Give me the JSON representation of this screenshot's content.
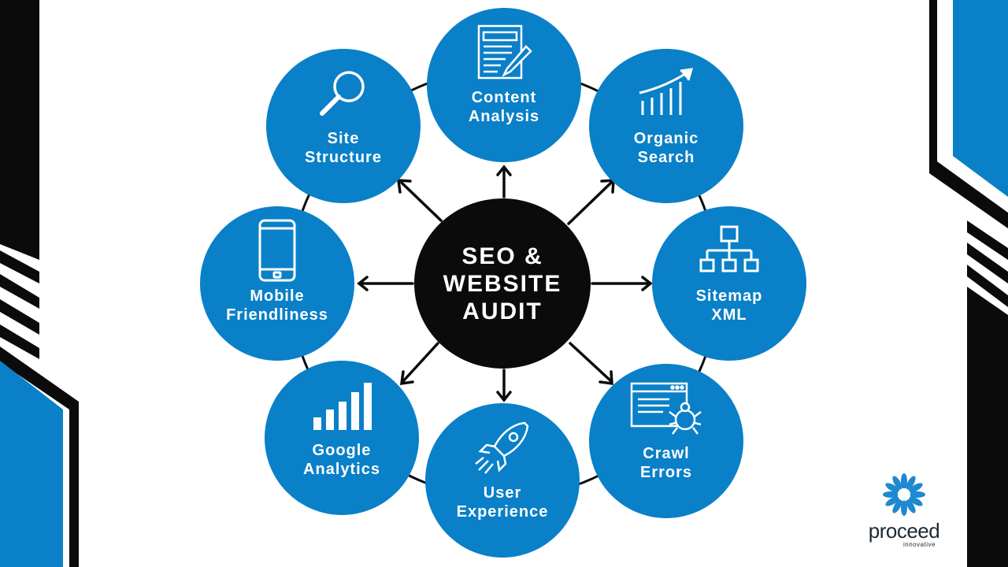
{
  "hub": {
    "lines": [
      "SEO &",
      "WEBSITE",
      "AUDIT"
    ]
  },
  "nodes": [
    {
      "lines": [
        "Content",
        "Analysis"
      ],
      "icon": "document-edit-icon"
    },
    {
      "lines": [
        "Organic",
        "Search"
      ],
      "icon": "growth-chart-icon"
    },
    {
      "lines": [
        "Sitemap",
        "XML"
      ],
      "icon": "sitemap-icon"
    },
    {
      "lines": [
        "Crawl",
        "Errors"
      ],
      "icon": "browser-bug-icon"
    },
    {
      "lines": [
        "User",
        "Experience"
      ],
      "icon": "rocket-icon"
    },
    {
      "lines": [
        "Google",
        "Analytics"
      ],
      "icon": "bar-chart-icon"
    },
    {
      "lines": [
        "Mobile",
        "Friendliness"
      ],
      "icon": "smartphone-icon"
    },
    {
      "lines": [
        "Site",
        "Structure"
      ],
      "icon": "magnifier-icon"
    }
  ],
  "logo": {
    "word": "proceed",
    "sub": "innovative"
  },
  "colors": {
    "accent": "#0a80c8",
    "hub": "#0b0b0b",
    "text": "#ffffff"
  }
}
